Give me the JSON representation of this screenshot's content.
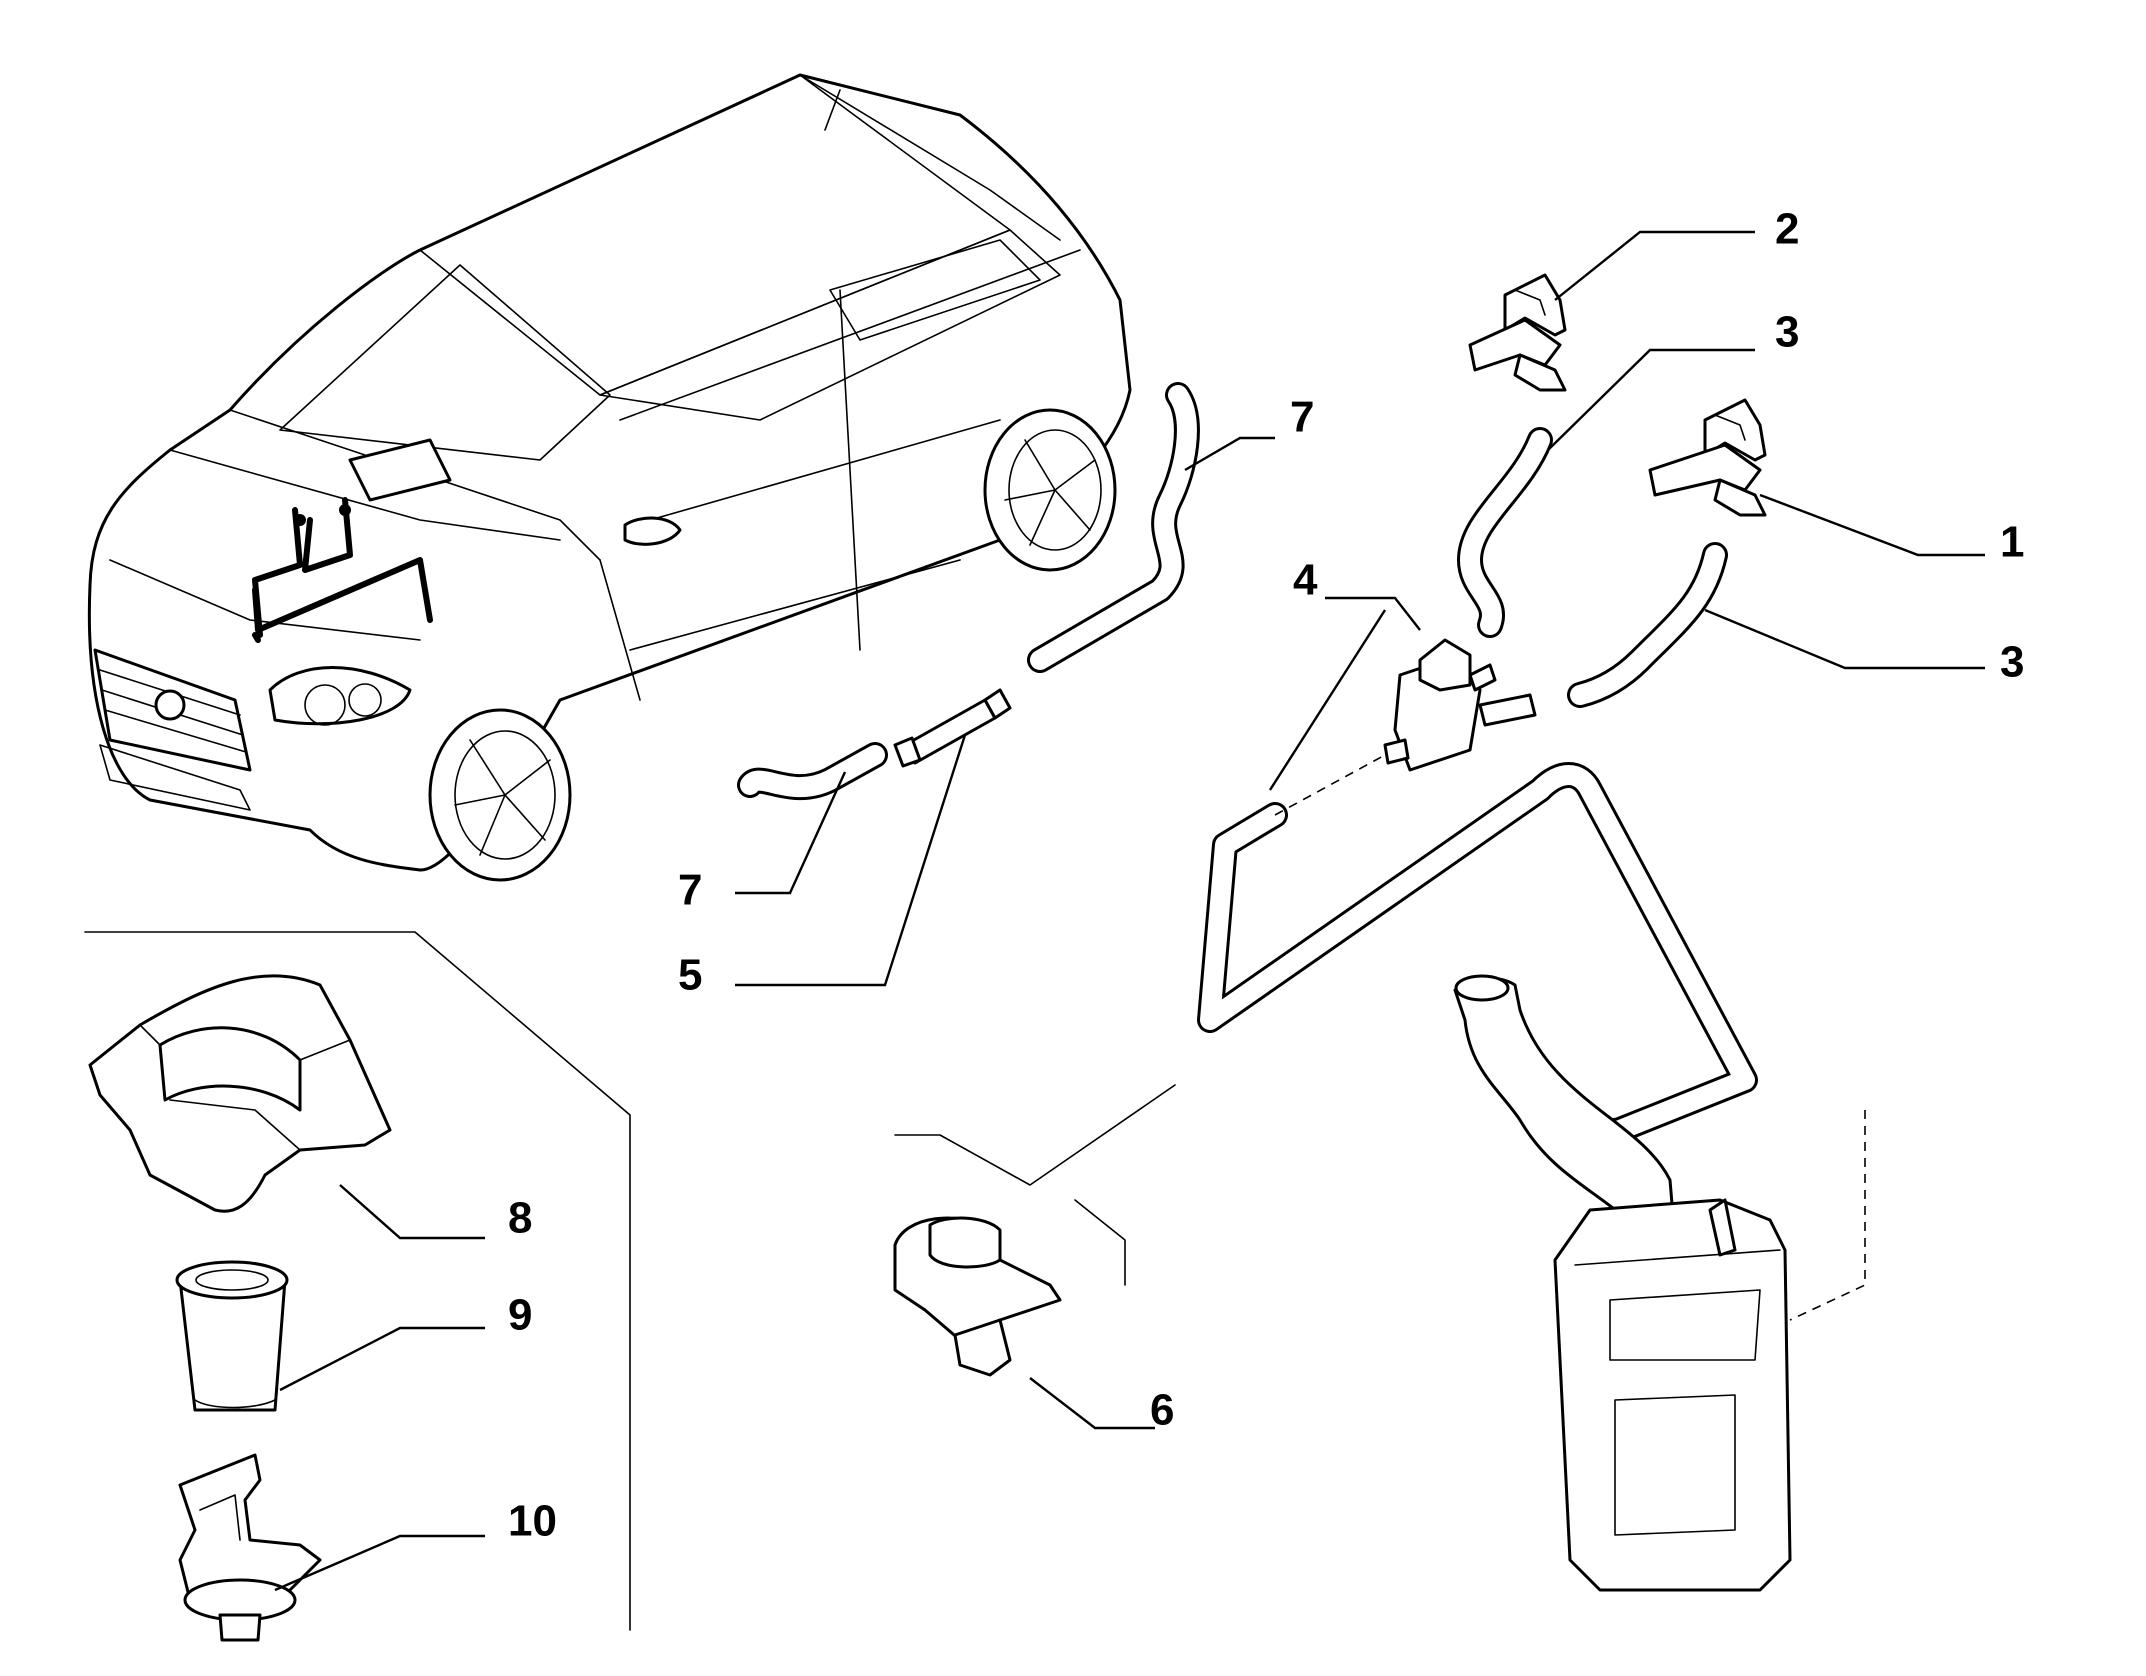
{
  "diagram": {
    "callouts": {
      "c1": "1",
      "c2": "2",
      "c3a": "3",
      "c3b": "3",
      "c4": "4",
      "c5": "5",
      "c6": "6",
      "c7a": "7",
      "c7b": "7",
      "c8": "8",
      "c9": "9",
      "c10": "10"
    },
    "colors": {
      "line": "#000000",
      "background": "#ffffff"
    }
  }
}
